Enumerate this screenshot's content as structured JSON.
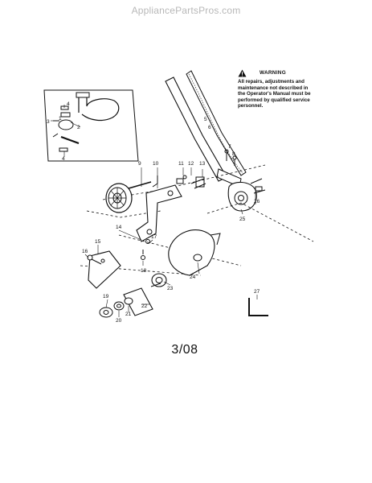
{
  "header": {
    "site": "AppliancePartsPros.com"
  },
  "warning": {
    "title": "WARNING",
    "lines": [
      "All repairs, adjustments and",
      "maintenance not described in",
      "the Operator's Manual must be",
      "performed by qualified service",
      "personnel."
    ]
  },
  "date_code": "3/08",
  "callouts": {
    "n1": "1",
    "n2": "2",
    "n3": "3",
    "n4a": "4",
    "n4b": "4",
    "n5": "5",
    "n6": "6",
    "n7": "7",
    "n8": "8",
    "n9": "9",
    "n10": "10",
    "n11": "11",
    "n12": "12",
    "n13": "13",
    "n14": "14",
    "n15": "15",
    "n16": "16",
    "n17": "17",
    "n18": "18",
    "n19": "19",
    "n20": "20",
    "n21": "21",
    "n22": "22",
    "n23": "23",
    "n24": "24",
    "n25": "25",
    "n26": "26",
    "n27": "27"
  },
  "icons": [
    "warning-triangle-icon"
  ]
}
